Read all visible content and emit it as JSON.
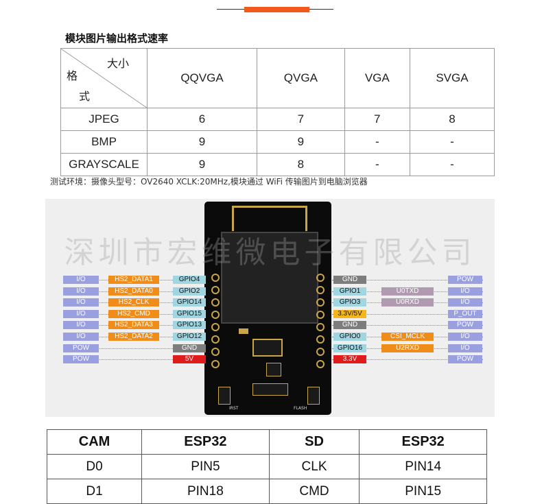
{
  "section_title": "模块图片输出格式速率",
  "speed_table": {
    "corner_top": "大小",
    "corner_left_1": "格",
    "corner_left_2": "式",
    "columns": [
      "QQVGA",
      "QVGA",
      "VGA",
      "SVGA"
    ],
    "rows": [
      {
        "format": "JPEG",
        "values": [
          "6",
          "7",
          "7",
          "8"
        ]
      },
      {
        "format": "BMP",
        "values": [
          "9",
          "9",
          "-",
          "-"
        ]
      },
      {
        "format": "GRAYSCALE",
        "values": [
          "9",
          "8",
          "-",
          "-"
        ]
      }
    ]
  },
  "test_note": "测试环境：摄像头型号：OV2640  XCLK:20MHz,模块通过 WiFi 传输图片到电脑浏览器",
  "watermark": "深圳市宏维微电子有限公司",
  "pinout": {
    "left": [
      {
        "io": "I/O",
        "func": "HS2_DATA1",
        "gpio": "GPIO4"
      },
      {
        "io": "I/O",
        "func": "HS2_DATA0",
        "gpio": "GPIO2"
      },
      {
        "io": "I/O",
        "func": "HS2_CLK",
        "gpio": "GPIO14"
      },
      {
        "io": "I/O",
        "func": "HS2_CMD",
        "gpio": "GPIO15"
      },
      {
        "io": "I/O",
        "func": "HS2_DATA3",
        "gpio": "GPIO13"
      },
      {
        "io": "I/O",
        "func": "HS2_DATA2",
        "gpio": "GPIO12"
      },
      {
        "io": "POW",
        "func": "",
        "gpio": "GND"
      },
      {
        "io": "POW",
        "func": "",
        "gpio": "5V"
      }
    ],
    "right": [
      {
        "gpio": "GND",
        "func": "",
        "io": "POW"
      },
      {
        "gpio": "GPIO1",
        "func": "U0TXD",
        "io": "I/O"
      },
      {
        "gpio": "GPIO3",
        "func": "U0RXD",
        "io": "I/O"
      },
      {
        "gpio": "3.3V/5V",
        "func": "",
        "io": "P_OUT"
      },
      {
        "gpio": "GND",
        "func": "",
        "io": "POW"
      },
      {
        "gpio": "GPIO0",
        "func": "CSI_MCLK",
        "io": "I/O"
      },
      {
        "gpio": "GPIO16",
        "func": "U2RXD",
        "io": "I/O"
      },
      {
        "gpio": "3.3V",
        "func": "",
        "io": "POW"
      }
    ],
    "board_labels": {
      "rst": "IRST",
      "flash": "FLASH"
    }
  },
  "cam_table": {
    "columns": [
      "CAM",
      "ESP32",
      "SD",
      "ESP32"
    ],
    "rows": [
      [
        "D0",
        "PIN5",
        "CLK",
        "PIN14"
      ],
      [
        "D1",
        "PIN18",
        "CMD",
        "PIN15"
      ]
    ]
  },
  "colors": {
    "accent": "#f05a1a",
    "io_purple": "#9a9fe0",
    "func_orange": "#f08c1a",
    "gpio_cyan": "#9fd6e2",
    "gnd_gray": "#7d7d7d",
    "power_red": "#e01b1b",
    "vout_yellow": "#f4b61a"
  }
}
